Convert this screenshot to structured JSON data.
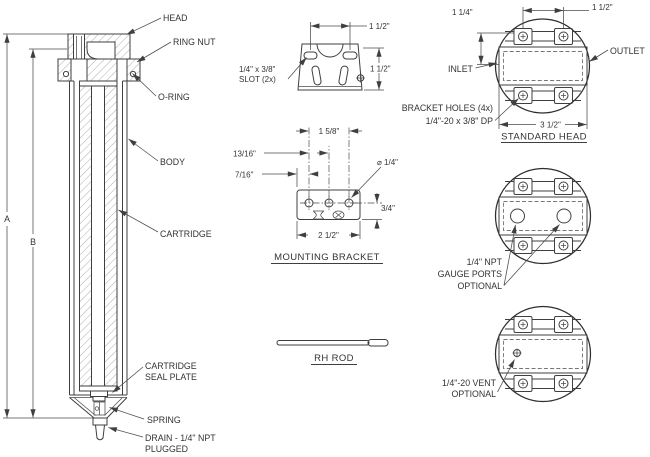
{
  "assembly": {
    "dim_a": "A",
    "dim_b": "B",
    "head": "HEAD",
    "ring_nut": "RING NUT",
    "o_ring": "O-RING",
    "body": "BODY",
    "cartridge": "CARTRIDGE",
    "seal_plate_line1": "CARTRIDGE",
    "seal_plate_line2": "SEAL PLATE",
    "spring": "SPRING",
    "drain_line1": "DRAIN - 1/4\" NPT",
    "drain_line2": "PLUGGED"
  },
  "bracket_side_view": {
    "slot_line1": "1/4\" x 3/8\"",
    "slot_line2": "SLOT (2x)",
    "dim_top": "1 1/2\"",
    "dim_right": "1 1/2\""
  },
  "mounting_bracket": {
    "dim_spread": "1 5/8\"",
    "dim_mid": "13/16\"",
    "dim_edge": "7/16\"",
    "dim_hole": "⌀ 1/4\"",
    "dim_height": "3/4\"",
    "dim_width": "2 1/2\"",
    "title": "MOUNTING BRACKET"
  },
  "rh_rod": {
    "title": "RH ROD"
  },
  "standard_head": {
    "dim_left": "1 1/4\"",
    "dim_top": "1 1/2\"",
    "inlet": "INLET",
    "outlet": "OUTLET",
    "holes_line1": "BRACKET HOLES (4x)",
    "holes_line2": "1/4\"-20 x 3/8\" DP",
    "dim_width": "3 1/2\"",
    "title": "STANDARD HEAD"
  },
  "gauge_head": {
    "line1": "1/4\" NPT",
    "line2": "GAUGE PORTS",
    "line3": "OPTIONAL"
  },
  "vent_head": {
    "line1": "1/4\"-20 VENT",
    "line2": "OPTIONAL"
  }
}
